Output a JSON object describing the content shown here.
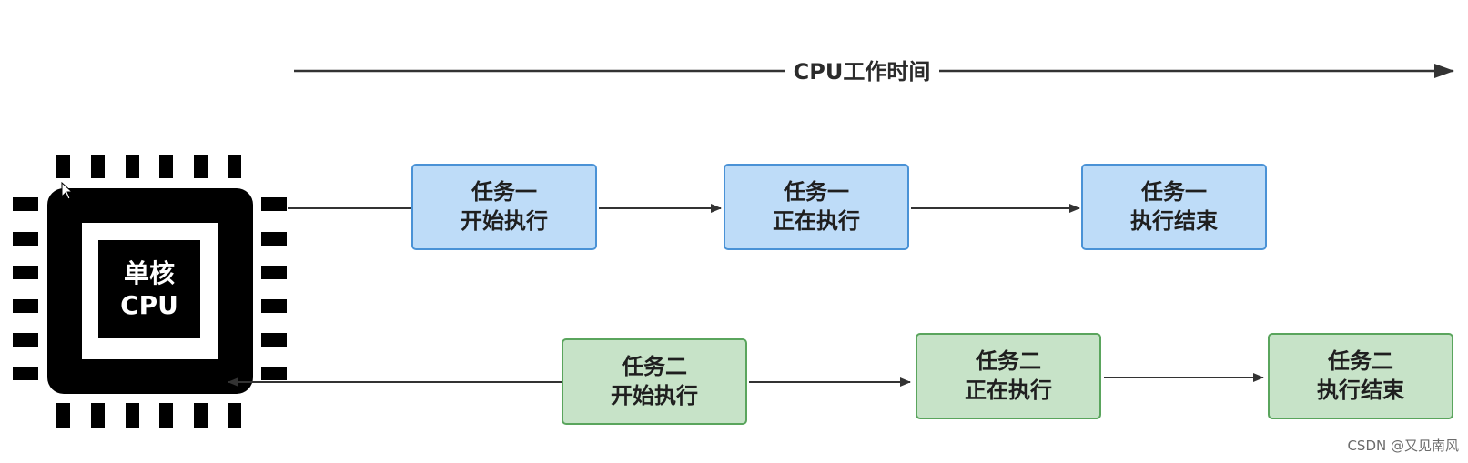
{
  "timeline": {
    "label": "CPU工作时间"
  },
  "cpu": {
    "label_line1": "单核",
    "label_line2": "CPU"
  },
  "tasks": {
    "row1": [
      {
        "line1": "任务一",
        "line2": "开始执行"
      },
      {
        "line1": "任务一",
        "line2": "正在执行"
      },
      {
        "line1": "任务一",
        "line2": "执行结束"
      }
    ],
    "row2": [
      {
        "line1": "任务二",
        "line2": "开始执行"
      },
      {
        "line1": "任务二",
        "line2": "正在执行"
      },
      {
        "line1": "任务二",
        "line2": "执行结束"
      }
    ]
  },
  "watermark": "CSDN @又见南风",
  "colors": {
    "task1_fill": "#bedcf8",
    "task1_border": "#4a92d6",
    "task2_fill": "#c7e3c8",
    "task2_border": "#5aa55d",
    "arrow": "#333333",
    "chip": "#000000"
  }
}
